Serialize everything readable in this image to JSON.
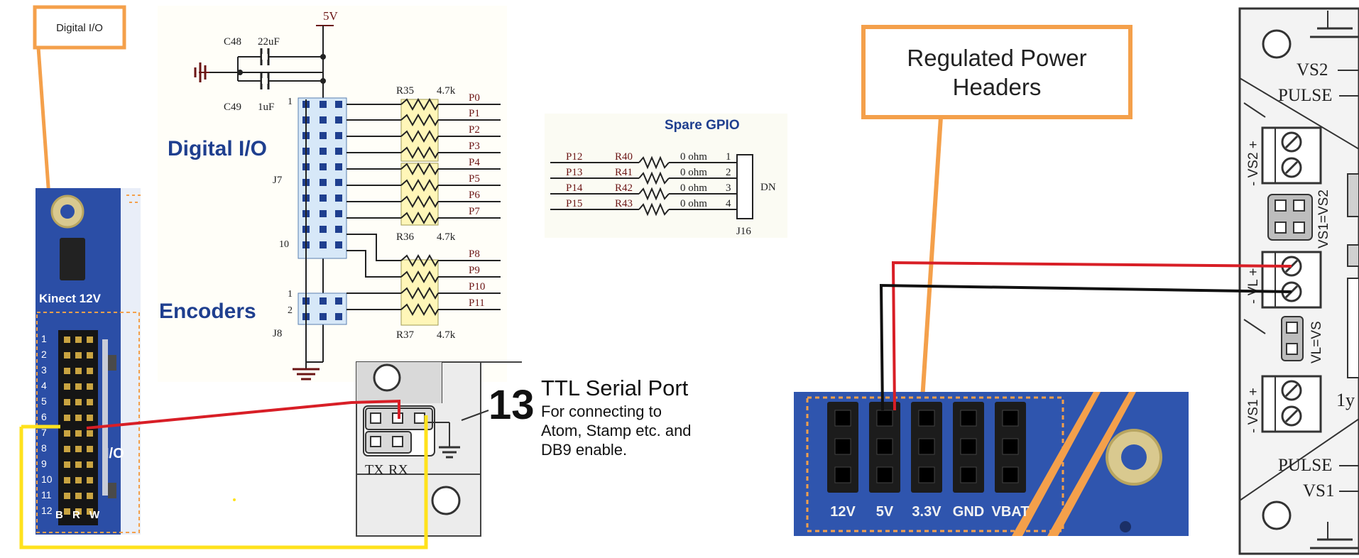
{
  "callouts": {
    "digital_io": "Digital I/O",
    "regulated_power": [
      "Regulated Power",
      "Headers"
    ]
  },
  "board_left": {
    "kinect_label": "Kinect 12V",
    "io_label": "I/O",
    "row_numbers": [
      "1",
      "2",
      "3",
      "4",
      "5",
      "6",
      "7",
      "8",
      "9",
      "10",
      "11",
      "12"
    ],
    "col_labels": [
      "B",
      "R",
      "W"
    ]
  },
  "schematic": {
    "supply": "5V",
    "caps": [
      {
        "ref": "C48",
        "value": "22uF"
      },
      {
        "ref": "C49",
        "value": "1uF"
      }
    ],
    "section_digital": "Digital I/O",
    "section_encoders": "Encoders",
    "connector_j7": "J7",
    "connector_j8": "J8",
    "pin1_j7": "1",
    "pin10_j7": "10",
    "pin1_j8": "1",
    "pin2_j8": "2",
    "resistor_packs": [
      {
        "ref": "R35",
        "value": "4.7k"
      },
      {
        "ref": "R36",
        "value": "4.7k"
      },
      {
        "ref": "R37",
        "value": "4.7k"
      }
    ],
    "ports": [
      "P0",
      "P1",
      "P2",
      "P3",
      "P4",
      "P5",
      "P6",
      "P7",
      "P8",
      "P9",
      "P10",
      "P11"
    ]
  },
  "spare_gpio": {
    "title": "Spare GPIO",
    "rows": [
      {
        "port": "P12",
        "res": "R40",
        "value": "0 ohm",
        "pin": "1"
      },
      {
        "port": "P13",
        "res": "R41",
        "value": "0 ohm",
        "pin": "2"
      },
      {
        "port": "P14",
        "res": "R42",
        "value": "0 ohm",
        "pin": "3"
      },
      {
        "port": "P15",
        "res": "R43",
        "value": "0 ohm",
        "pin": "4"
      }
    ],
    "connector": "J16",
    "dn_label": "DN"
  },
  "ttl": {
    "number": "13",
    "title": "TTL Serial Port",
    "desc": [
      "For connecting to",
      "Atom, Stamp etc. and",
      "DB9 enable."
    ],
    "tx": "TX",
    "rx": "RX"
  },
  "power_headers": {
    "labels": [
      "12V",
      "5V",
      "3.3V",
      "GND",
      "VBAT"
    ]
  },
  "driver_board": {
    "vs2": "VS2",
    "pulse_top": "PULSE",
    "vs2_terminal": "- VS2 +",
    "jumper_vs1_vs2": "VS1=VS2",
    "vl_terminal": "- VL +",
    "jumper_vl_vs": "VL=VS",
    "vs1_terminal": "- VS1 +",
    "pulse_bottom": "PULSE",
    "vs1": "VS1",
    "side_text": "1y"
  },
  "colors": {
    "callout_orange": "#f4a04b",
    "wire_red": "#d81e26",
    "wire_black": "#111111",
    "wire_yellow": "#ffe21c",
    "board_blue": "#2b4ea6",
    "schematic_blue": "#1f3f8f",
    "schematic_label": "#6b1414"
  }
}
